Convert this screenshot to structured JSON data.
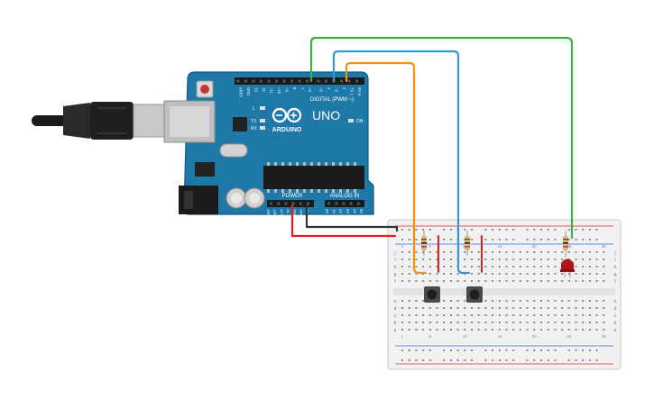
{
  "board": {
    "brand": "ARDUINO",
    "model": "UNO",
    "digital_header": "DIGITAL (PWM ~)",
    "power_header": "POWER",
    "analog_header": "ANALOG IN",
    "on_label": "ON",
    "led_l": "L",
    "led_tx": "TX",
    "led_rx": "RX",
    "top_pins": [
      "AREF",
      "GND",
      "13",
      "12",
      "~11",
      "~10",
      "~9",
      "8",
      "7",
      "~6",
      "~5",
      "4",
      "~3",
      "2",
      "TX 1",
      "RX 0"
    ],
    "power_pins": [
      "IOREF",
      "RESET",
      "3.3V",
      "5V",
      "GND",
      "GND",
      "Vin"
    ],
    "analog_pins": [
      "A0",
      "A1",
      "A2",
      "A3",
      "A4",
      "A5"
    ]
  },
  "breadboard": {
    "row_letters_top": [
      "j",
      "i",
      "h",
      "g",
      "f"
    ],
    "row_letters_bottom": [
      "e",
      "d",
      "c",
      "b",
      "a"
    ],
    "col_numbers": [
      "1",
      "5",
      "10",
      "15",
      "20",
      "25",
      "30"
    ]
  },
  "wire_colors": {
    "green": "#3cb043",
    "blue": "#2e9bd6",
    "orange": "#f0930e",
    "red": "#e02020",
    "black": "#333333"
  }
}
